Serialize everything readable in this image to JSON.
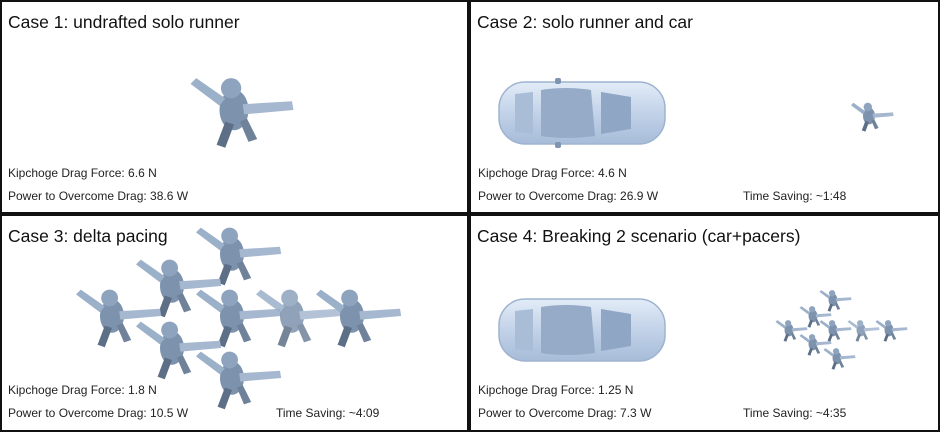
{
  "panels": [
    {
      "title": "Case 1: undrafted solo runner",
      "drag_label": "Kipchoge Drag Force: 6.6 N",
      "power_label": "Power to Overcome Drag: 38.6 W",
      "time_label": ""
    },
    {
      "title": "Case 2: solo runner and car",
      "drag_label": "Kipchoge Drag Force: 4.6 N",
      "power_label": "Power to Overcome Drag: 26.9 W",
      "time_label": "Time Saving: ~1:48"
    },
    {
      "title": "Case 3: delta pacing",
      "drag_label": "Kipchoge Drag Force: 1.8 N",
      "power_label": "Power to Overcome Drag: 10.5 W",
      "time_label": "Time Saving: ~4:09"
    },
    {
      "title": "Case 4: Breaking 2 scenario (car+pacers)",
      "drag_label": "Kipchoge Drag Force: 1.25 N",
      "power_label": "Power to Overcome Drag: 7.3 W",
      "time_label": "Time Saving: ~4:35"
    }
  ],
  "colors": {
    "runner": "#8ea3bd",
    "runner_dark": "#5d6f86",
    "runner_highlight": "#6f8299",
    "car_body": "#c7d6ea",
    "car_glass": "#8fa6c4",
    "border": "#111111"
  }
}
